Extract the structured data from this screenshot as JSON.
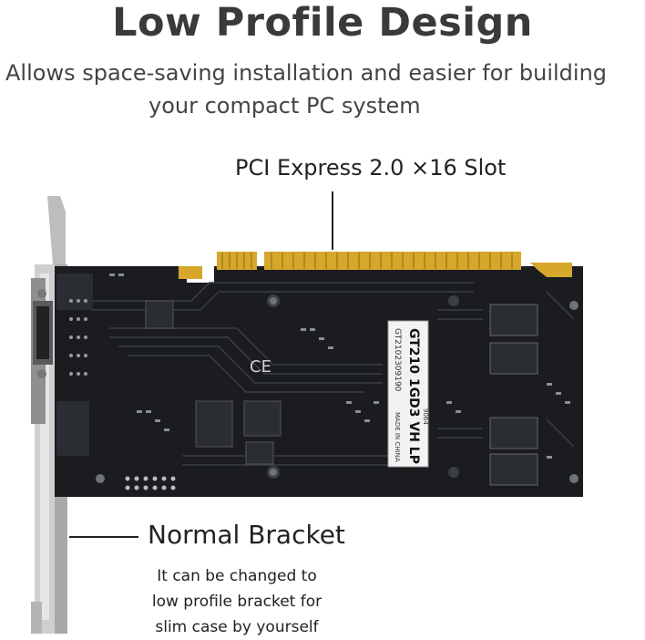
{
  "heading": {
    "title": "Low Profile Design",
    "subtitle_line1": "Allows space-saving installation and easier for building",
    "subtitle_line2": "your compact PC system"
  },
  "callouts": {
    "pci_slot": "PCI Express 2.0 ×16 Slot",
    "bracket": "Normal Bracket",
    "bracket_note": [
      "It can be changed to",
      "low profile bracket for",
      "slim case by yourself"
    ]
  },
  "product_label": {
    "model": "GT210 1GD3 VH LP",
    "serial": "GT2102309190",
    "made_in": "MADE IN CHINA",
    "code": "9064"
  },
  "board_markings": {
    "ce_mark": "CE"
  },
  "colors": {
    "pcb": "#1a1c1f",
    "gold_contacts": "#d6a72a",
    "bracket": "#c9c9c9",
    "memory_chip": "#2a2d31"
  }
}
